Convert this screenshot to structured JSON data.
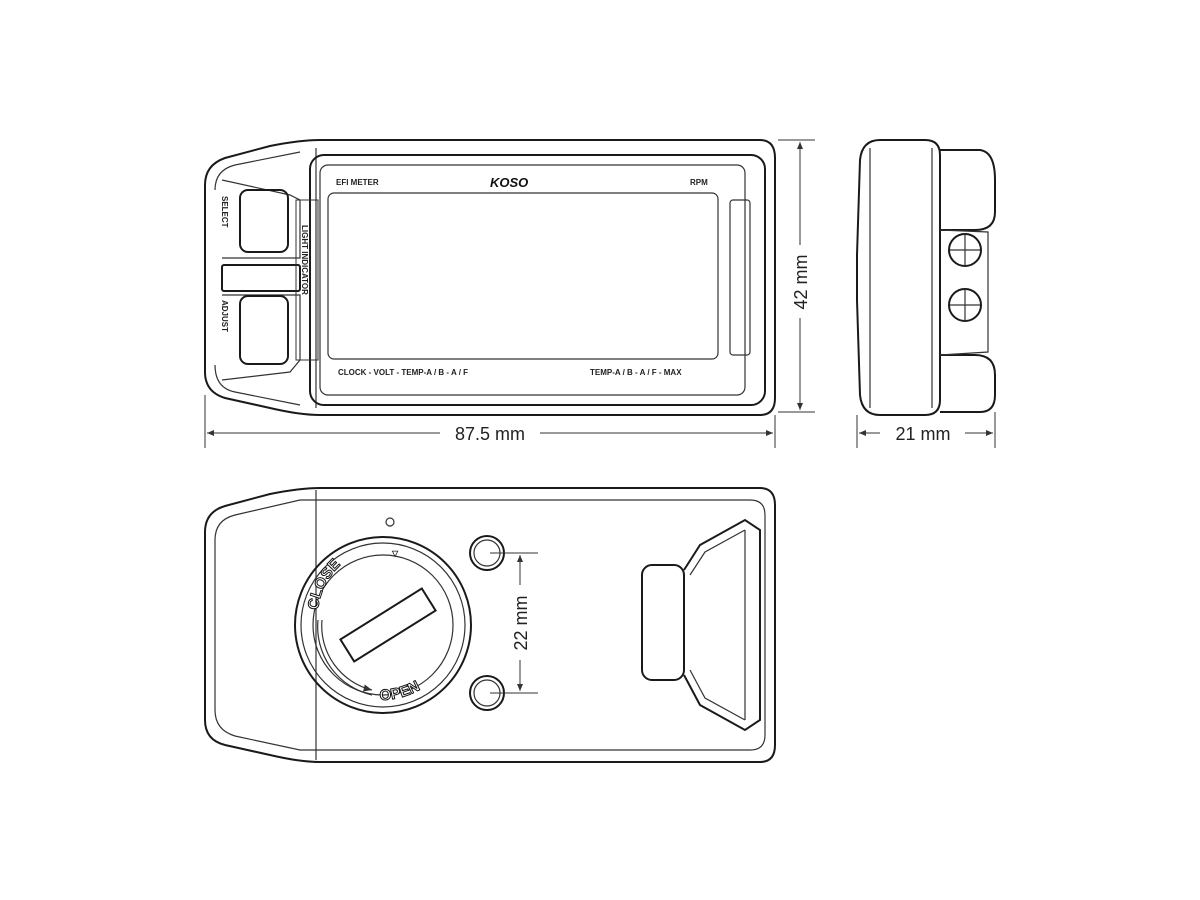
{
  "front_view": {
    "top_left_label": "EFI METER",
    "brand": "KOSO",
    "top_right_label": "RPM",
    "bottom_left_label": "CLOCK - VOLT - TEMP-A / B - A / F",
    "bottom_right_label": "TEMP-A / B - A / F - MAX",
    "button_top_label": "SELECT",
    "button_bottom_label": "ADJUST",
    "indicator_label": "LIGHT INDICATOR",
    "width_dimension": "87.5 mm",
    "height_dimension": "42 mm"
  },
  "side_view": {
    "depth_dimension": "21 mm"
  },
  "back_view": {
    "cap_close_label": "CLOSE",
    "cap_open_label": "OPEN",
    "hole_spacing_dimension": "22 mm"
  },
  "colors": {
    "line": "#1a1a1a",
    "background": "#ffffff"
  }
}
